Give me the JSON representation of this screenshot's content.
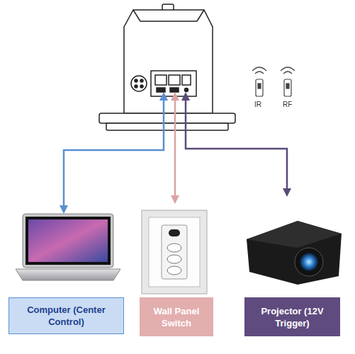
{
  "diagram": {
    "nodes": [
      {
        "text": [
          "Computer (Center Control)"
        ]
      },
      {
        "text": [
          "Wall Panel Switch"
        ]
      },
      {
        "text": [
          "Projector (12V Trigger)"
        ]
      }
    ],
    "labels": [
      "IR",
      "RF"
    ]
  }
}
